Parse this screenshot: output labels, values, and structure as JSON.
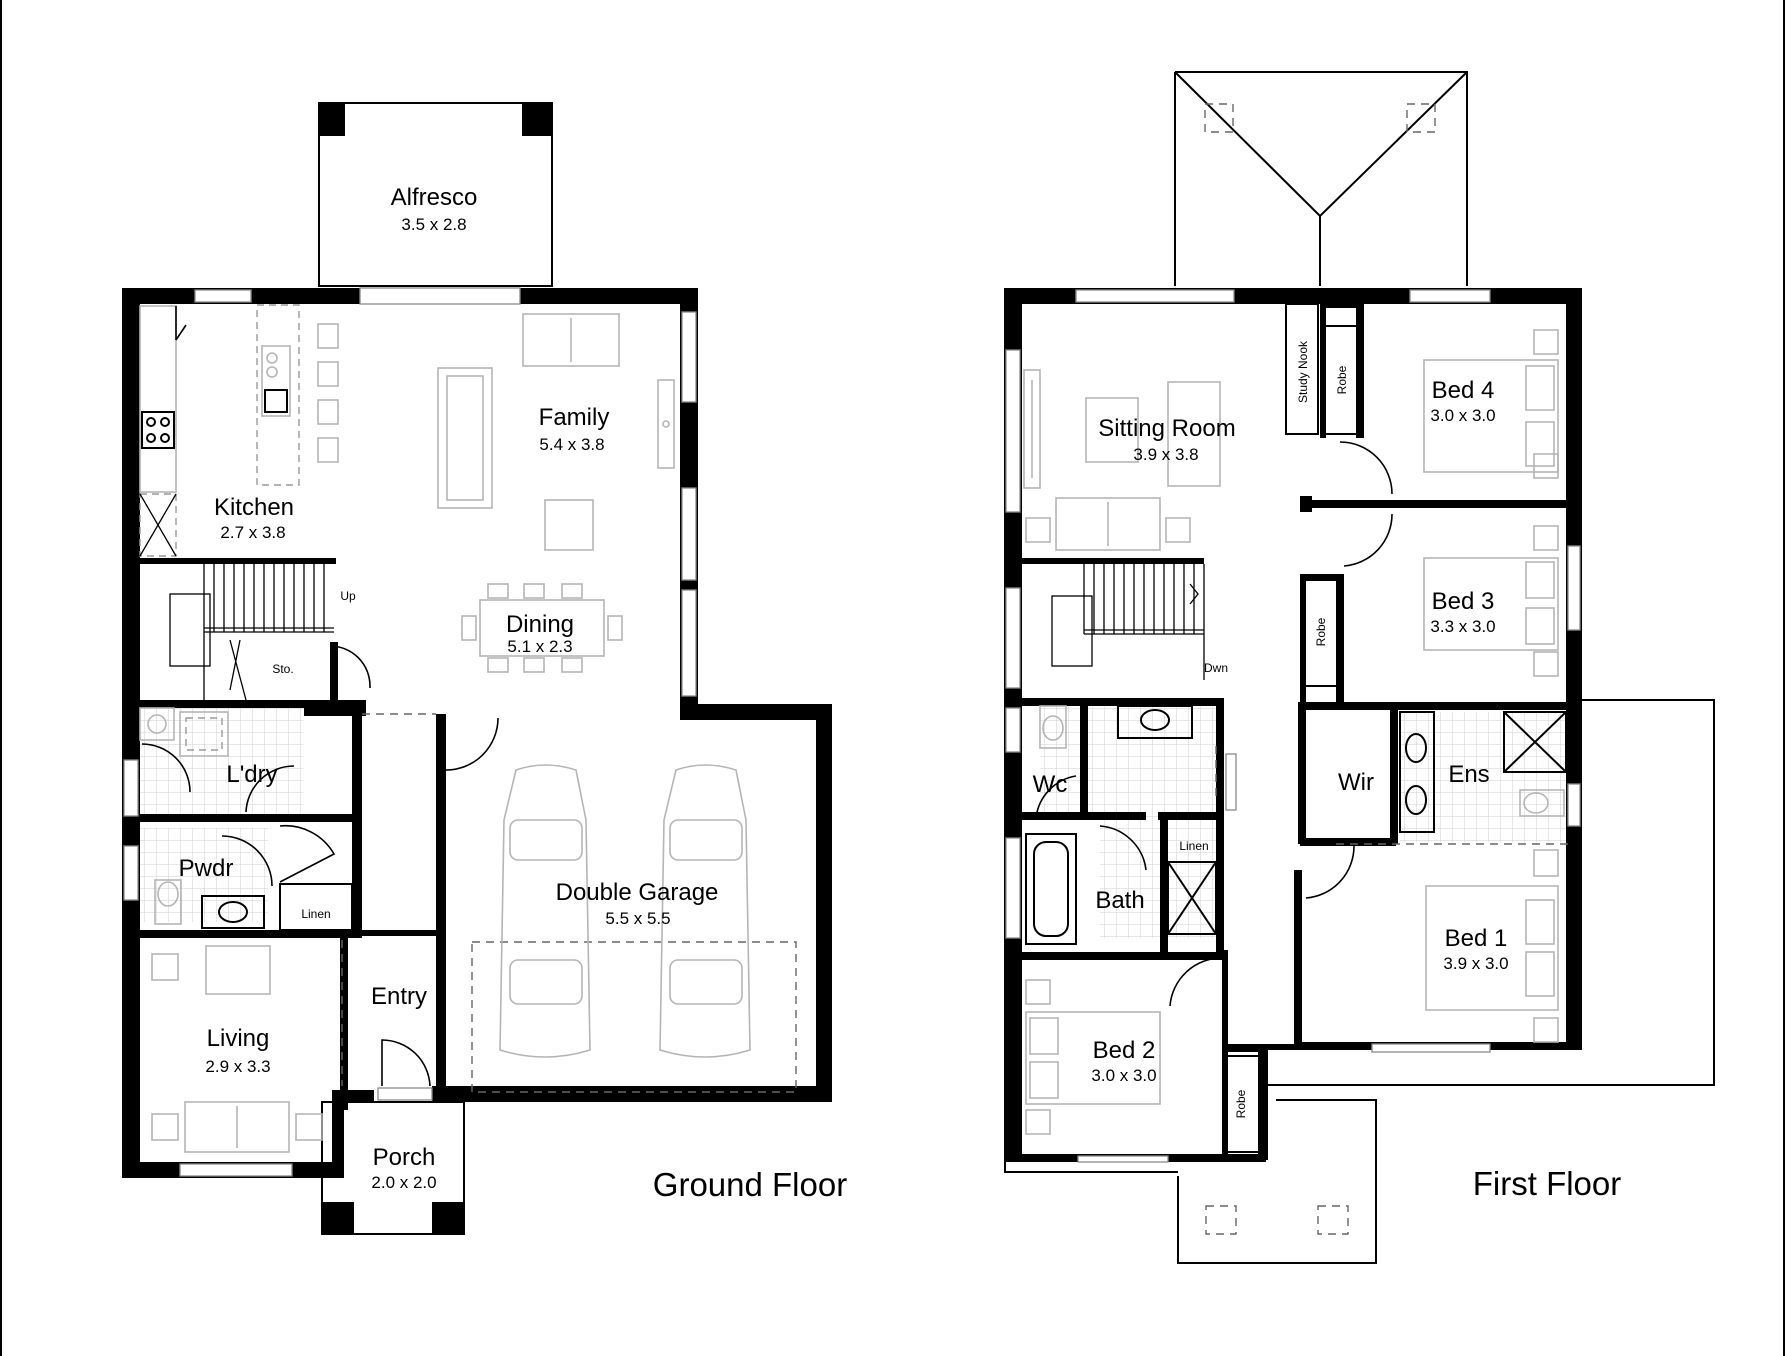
{
  "ground_floor": {
    "title": "Ground Floor",
    "rooms": {
      "alfresco": {
        "name": "Alfresco",
        "dim": "3.5 x 2.8"
      },
      "family": {
        "name": "Family",
        "dim": "5.4 x 3.8"
      },
      "kitchen": {
        "name": "Kitchen",
        "dim": "2.7 x 3.8"
      },
      "dining": {
        "name": "Dining",
        "dim": "5.1 x 2.3"
      },
      "laundry": {
        "name": "L'dry"
      },
      "powder": {
        "name": "Pwdr"
      },
      "garage": {
        "name": "Double Garage",
        "dim": "5.5 x 5.5"
      },
      "entry": {
        "name": "Entry"
      },
      "living": {
        "name": "Living",
        "dim": "2.9 x 3.3"
      },
      "porch": {
        "name": "Porch",
        "dim": "2.0 x 2.0"
      }
    },
    "labels": {
      "up": "Up",
      "storage": "Sto.",
      "linen": "Linen"
    }
  },
  "first_floor": {
    "title": "First Floor",
    "rooms": {
      "sitting": {
        "name": "Sitting Room",
        "dim": "3.9 x 3.8"
      },
      "bed4": {
        "name": "Bed 4",
        "dim": "3.0 x 3.0"
      },
      "bed3": {
        "name": "Bed 3",
        "dim": "3.3 x 3.0"
      },
      "bed1": {
        "name": "Bed 1",
        "dim": "3.9 x 3.0"
      },
      "bed2": {
        "name": "Bed 2",
        "dim": "3.0 x 3.0"
      },
      "wc": {
        "name": "Wc"
      },
      "bath": {
        "name": "Bath"
      },
      "wir": {
        "name": "Wir"
      },
      "ensuite": {
        "name": "Ens"
      }
    },
    "labels": {
      "study_nook": "Study Nook",
      "robe": "Robe",
      "linen": "Linen",
      "down": "Dwn"
    }
  }
}
